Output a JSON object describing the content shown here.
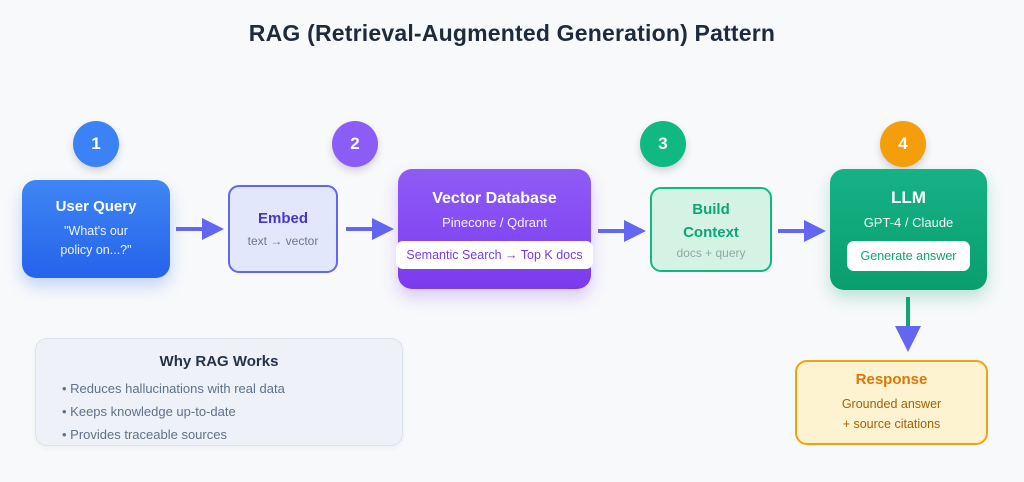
{
  "title": "RAG (Retrieval-Augmented Generation) Pattern",
  "badges": [
    {
      "label": "1",
      "color": "#3b82f6"
    },
    {
      "label": "2",
      "color": "#8b5cf6"
    },
    {
      "label": "3",
      "color": "#10b981"
    },
    {
      "label": "4",
      "color": "#f59e0b"
    }
  ],
  "nodes": {
    "user_query": {
      "title": "User Query",
      "subtitle_line1": "\"What's our",
      "subtitle_line2": "policy on...?\""
    },
    "embed": {
      "title": "Embed",
      "subtitle": "text → vector"
    },
    "vector_database": {
      "title": "Vector Database",
      "subtitle": "Pinecone / Qdrant",
      "pill": "Semantic Search → Top K docs"
    },
    "build_context": {
      "title": "Build Context",
      "subtitle": "docs + query"
    },
    "llm": {
      "title": "LLM",
      "subtitle": "GPT-4 / Claude",
      "pill": "Generate answer"
    },
    "response": {
      "title": "Response",
      "subtitle_line1": "Grounded answer",
      "subtitle_line2": "+ source citations"
    }
  },
  "info_box": {
    "title": "Why RAG Works",
    "bullets": [
      "Reduces hallucinations with real data",
      "Keeps knowledge up-to-date",
      "Provides traceable sources"
    ]
  },
  "colors": {
    "background": "#f8f9fb",
    "arrow": "#6366f1",
    "arrow_stem_green": "#10a573",
    "step1_blue": "#3b82f6",
    "step2_purple": "#8b5cf6",
    "step3_green": "#10b981",
    "step4_orange": "#f59e0b",
    "response_border": "#f0a312"
  }
}
